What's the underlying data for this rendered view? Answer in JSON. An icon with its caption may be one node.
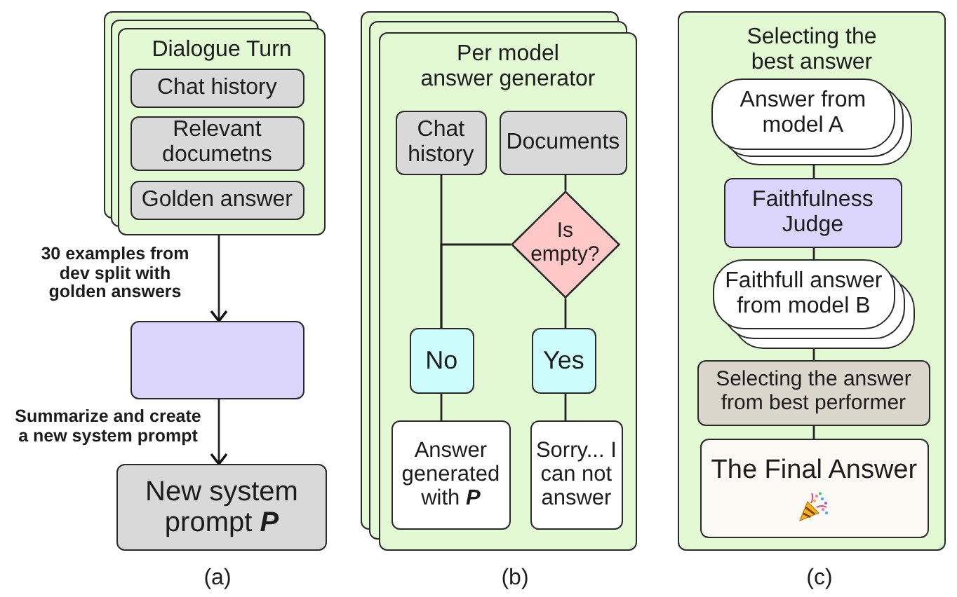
{
  "diagram": {
    "nodes": [
      {
        "text": [
          "Dialogue Turn"
        ]
      },
      {
        "text": [
          "Chat history"
        ],
        "in": 0
      },
      {
        "text": [
          "Relevant documetns"
        ],
        "in": 0
      },
      {
        "text": [
          "Golden answer"
        ],
        "in": 0
      },
      {
        "text": [],
        "shape": "box"
      },
      {
        "text": [
          "New system prompt **P**"
        ]
      },
      {
        "text": [
          "Per model answer generator"
        ]
      },
      {
        "text": [
          "Chat history"
        ],
        "in": 6
      },
      {
        "text": [
          "Documents"
        ],
        "in": 6
      },
      {
        "text": [
          "Is empty?"
        ],
        "in": 6
      },
      {
        "text": [
          "No"
        ],
        "in": 6
      },
      {
        "text": [
          "Yes"
        ],
        "in": 6
      },
      {
        "text": [
          "Answer generated with **P**"
        ],
        "in": 6
      },
      {
        "text": [
          "Sorry... I can not answer"
        ],
        "in": 6
      },
      {
        "text": [
          "Selecting the best answer"
        ]
      },
      {
        "text": [
          "Answer from model A"
        ],
        "in": 14
      },
      {
        "text": [
          "Faithfulness Judge"
        ],
        "in": 14
      },
      {
        "text": [
          "Faithfull answer from model B"
        ],
        "in": 14
      },
      {
        "text": [
          "Selecting the answer from best performer"
        ],
        "in": 14
      },
      {
        "text": [
          "The Final Answer"
        ],
        "in": 14
      }
    ],
    "edges": [
      {
        "from": 0,
        "to": 4,
        "arrow": "to",
        "label": "30 examples from dev split with golden answers"
      },
      {
        "from": 4,
        "to": 5,
        "arrow": "to",
        "label": "Summarize and create a new system prompt"
      },
      {
        "from": 7,
        "to": 10,
        "arrow": "none"
      },
      {
        "from": 9,
        "to": 10,
        "arrow": "none"
      },
      {
        "from": 8,
        "to": 9,
        "arrow": "none"
      },
      {
        "from": 9,
        "to": 11,
        "arrow": "none"
      },
      {
        "from": 10,
        "to": 12,
        "arrow": "none"
      },
      {
        "from": 11,
        "to": 13,
        "arrow": "none"
      },
      {
        "from": 15,
        "to": 16,
        "arrow": "none"
      },
      {
        "from": 16,
        "to": 17,
        "arrow": "none"
      },
      {
        "from": 17,
        "to": 18,
        "arrow": "none"
      },
      {
        "from": 18,
        "to": 19,
        "arrow": "none"
      }
    ],
    "labels": [
      "(a)",
      "(b)",
      "(c)"
    ]
  }
}
